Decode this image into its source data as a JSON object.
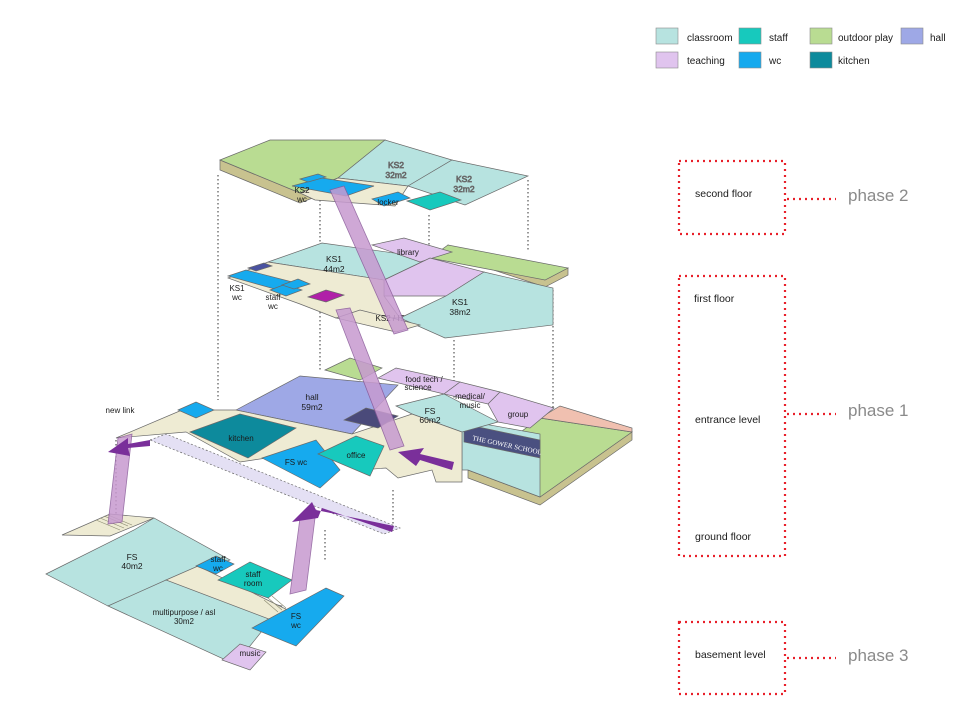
{
  "colors": {
    "classroom": "#b7e3e0",
    "teaching": "#e0c4ee",
    "staff": "#17c9bd",
    "wc": "#16aaee",
    "outdoor_play": "#b9dc92",
    "kitchen": "#0d8a9c",
    "hall": "#9ea8e6",
    "circulation": "#eeebd3",
    "circulation_side": "#c9c6a8",
    "outdoor_side": "#c8c28f",
    "link": "#c79ad0",
    "arrow": "#7a2f9a",
    "phase_box": "#e8202a",
    "sign": "#4a5080"
  },
  "legend": [
    {
      "key": "classroom",
      "label": "classroom"
    },
    {
      "key": "teaching",
      "label": "teaching"
    },
    {
      "key": "staff",
      "label": "staff"
    },
    {
      "key": "wc",
      "label": "wc"
    },
    {
      "key": "outdoor_play",
      "label": "outdoor play"
    },
    {
      "key": "kitchen",
      "label": "kitchen"
    },
    {
      "key": "hall",
      "label": "hall"
    }
  ],
  "levels": {
    "second_floor": "second floor",
    "first_floor": "first floor",
    "entrance_level": "entrance level",
    "ground_floor": "ground floor",
    "basement_level": "basement level"
  },
  "phases": {
    "phase_2": "phase 2",
    "phase_1": "phase 1",
    "phase_3": "phase 3"
  },
  "rooms": {
    "second": {
      "ks2_a": "KS2",
      "ks2_a_area": "32m2",
      "ks2_b": "KS2",
      "ks2_b_area": "32m2",
      "ks2_wc": "KS2",
      "ks2_wc_2": "wc",
      "locker": "locker"
    },
    "first": {
      "ks1_a": "KS1",
      "ks1_a_area": "44m2",
      "library": "library",
      "ks1_wc": "KS1",
      "ks1_wc_2": "wc",
      "staff_wc": "staff",
      "staff_wc_2": "wc",
      "ks2_it": "KS2 / IT",
      "ks1_b": "KS1",
      "ks1_b_area": "38m2"
    },
    "entrance": {
      "food_tech": "food tech /",
      "food_tech_2": "science",
      "hall": "hall",
      "hall_area": "59m2",
      "new_link": "new link",
      "medical": "medical/",
      "medical_2": "music",
      "group": "group",
      "fs": "FS",
      "fs_area": "60m2",
      "kitchen": "kitchen",
      "office": "office",
      "fs_wc": "FS wc",
      "sign": "THE GOWER SCHOOL"
    },
    "basement": {
      "fs": "FS",
      "fs_area": "40m2",
      "staff_wc": "staff",
      "staff_wc_2": "wc",
      "staff_room": "staff",
      "staff_room_2": "room",
      "multipurpose": "multipurpose / asl",
      "multipurpose_area": "30m2",
      "fs_wc": "FS",
      "fs_wc_2": "wc",
      "music": "music"
    }
  }
}
